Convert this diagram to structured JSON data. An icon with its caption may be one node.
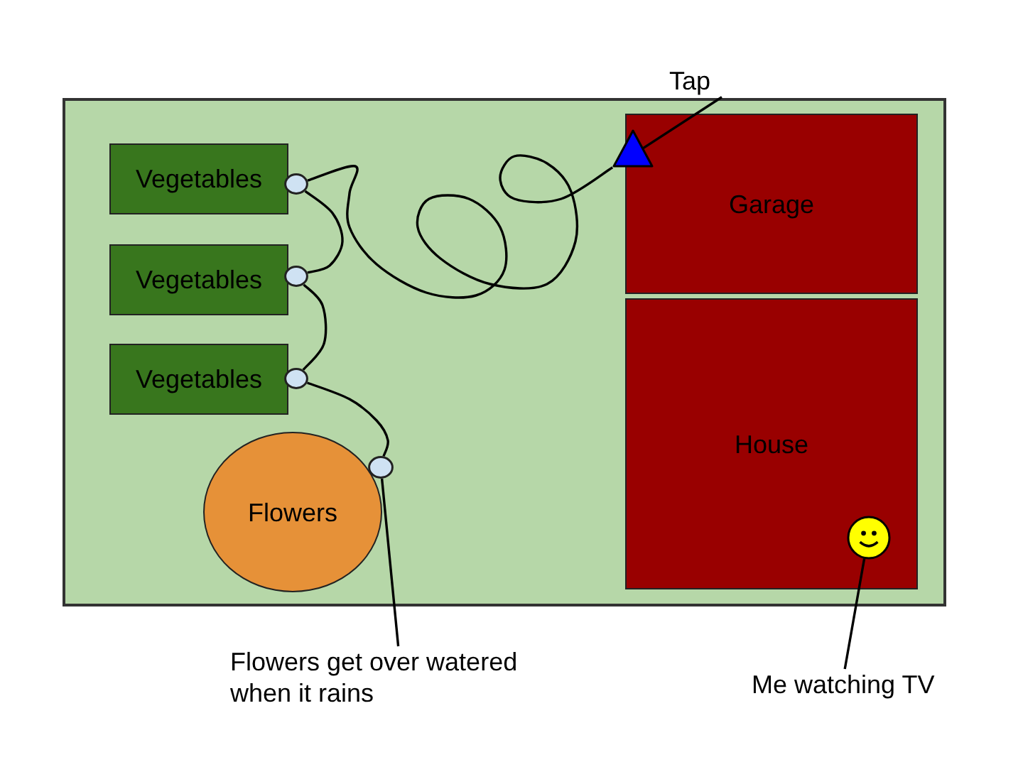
{
  "diagram": {
    "nodes": [
      {
        "text": [
          "Tap"
        ]
      },
      {
        "text": [],
        "shape": "box"
      },
      {
        "text": [
          "Vegetables"
        ],
        "in": 1
      },
      {
        "text": [],
        "shape": "triangle",
        "in": 1
      },
      {
        "text": [
          "Garage"
        ],
        "in": 1
      },
      {
        "text": [],
        "shape": "circle",
        "in": 1
      },
      {
        "text": [
          "Vegetables"
        ],
        "in": 1
      },
      {
        "text": [],
        "shape": "circle",
        "in": 1
      },
      {
        "text": [
          "Vegetables"
        ],
        "in": 1
      },
      {
        "text": [],
        "shape": "circle",
        "in": 1
      },
      {
        "text": [
          "House"
        ],
        "in": 1
      },
      {
        "text": [],
        "shape": "circle",
        "in": 1
      },
      {
        "text": [
          "Flowers"
        ],
        "in": 1
      },
      {
        "text": [],
        "shape": "smiley",
        "in": 10
      },
      {
        "text": [
          "Flowers get over watered when it rains"
        ]
      },
      {
        "text": [
          "Me watching TV"
        ]
      }
    ],
    "edges": [
      {
        "from": 0,
        "to": 3,
        "arrow": "none"
      },
      {
        "from": 3,
        "to": 5,
        "arrow": "none"
      },
      {
        "from": 5,
        "to": 7,
        "arrow": "none"
      },
      {
        "from": 7,
        "to": 9,
        "arrow": "none"
      },
      {
        "from": 9,
        "to": 11,
        "arrow": "none"
      },
      {
        "from": 14,
        "to": 11,
        "arrow": "none"
      },
      {
        "from": 15,
        "to": 13,
        "arrow": "none"
      }
    ]
  }
}
